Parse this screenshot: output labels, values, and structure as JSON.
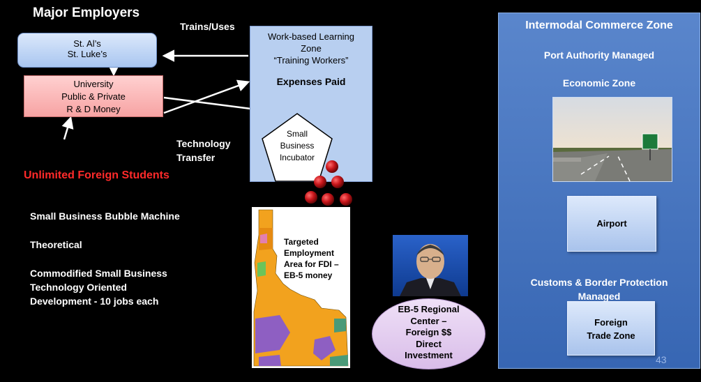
{
  "title": "Major Employers",
  "trains_uses": "Trains/Uses",
  "st_als": [
    "St. Al’s",
    "St. Luke’s"
  ],
  "university": [
    "University",
    "Public & Private",
    "R & D Money"
  ],
  "work_zone": [
    "Work-based Learning",
    "Zone",
    "“Training Workers”"
  ],
  "expenses_paid": "Expenses Paid",
  "incubator": [
    "Small",
    "Business",
    "Incubator"
  ],
  "technology_transfer": [
    "Technology",
    "Transfer"
  ],
  "foreign_students": "Unlimited Foreign Students",
  "bubble_machine": "Small Business Bubble Machine",
  "theoretical": "Theoretical",
  "commodified": [
    "Commodified Small Business",
    "Technology Oriented",
    "Development  -  10 jobs each"
  ],
  "map_label": [
    "Targeted",
    "Employment",
    "Area for FDI –",
    "EB-5 money"
  ],
  "eb5": [
    "EB-5 Regional",
    "Center –",
    "Foreign  $$",
    "Direct",
    "Investment"
  ],
  "zone": {
    "title": "Intermodal Commerce Zone",
    "port": "Port Authority Managed",
    "economic": "Economic Zone",
    "airport": "Airport",
    "customs": [
      "Customs & Border Protection",
      "Managed"
    ],
    "ftz": [
      "Foreign",
      "Trade Zone"
    ]
  },
  "page_number": "43",
  "colors": {
    "red_text": "#ff2a2a",
    "zone_blue": "#3f6fbf",
    "bubble": "#c8161b"
  }
}
